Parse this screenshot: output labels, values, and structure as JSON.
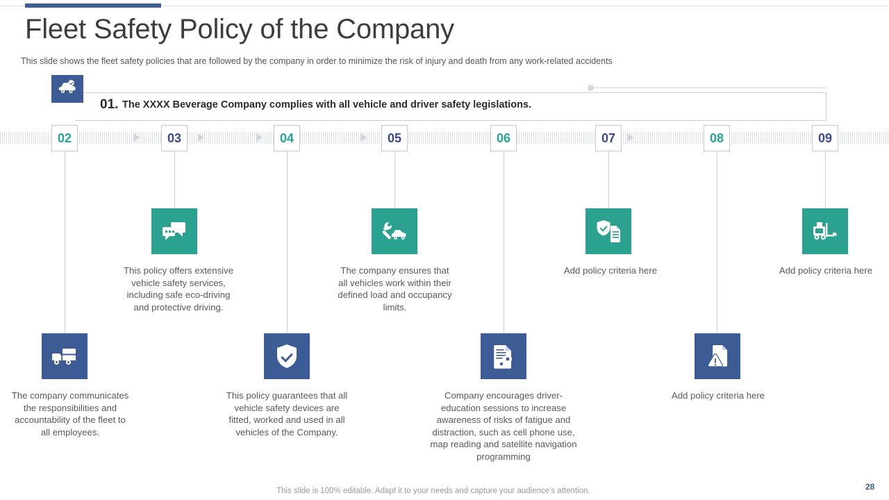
{
  "header": {
    "title": "Fleet Safety Policy of the Company",
    "subtitle": "This slide shows the fleet safety policies that are followed  by the company  in order to minimize the risk of injury and death from  any work-related  accidents",
    "accent_color": "#3c5d96"
  },
  "lead_item": {
    "number": "01.",
    "text": "The XXXX Beverage Company complies with all vehicle and driver safety legislations.",
    "icon": "car-check-icon",
    "tile_color": "#3d5c96"
  },
  "colors": {
    "teal": "#2ba28f",
    "navy": "#3d5c96",
    "number_teal": "#26a394",
    "number_navy": "#3a4a8c",
    "caption": "#595959"
  },
  "steps": [
    {
      "number": "02",
      "number_color": "teal",
      "row": "bottom",
      "icon": "delivery-truck-icon",
      "tile_color": "navy",
      "caption": "The company communicates the responsibilities and accountability of the fleet to all employees."
    },
    {
      "number": "03",
      "number_color": "navy",
      "row": "top",
      "icon": "chat-bubbles-icon",
      "tile_color": "teal",
      "caption": "This policy offers extensive vehicle safety services, including safe eco-driving and protective driving."
    },
    {
      "number": "04",
      "number_color": "teal",
      "row": "bottom",
      "icon": "shield-check-icon",
      "tile_color": "navy",
      "caption": "This policy guarantees that all vehicle safety devices are fitted, worked and used in all vehicles of the Company."
    },
    {
      "number": "05",
      "number_color": "navy",
      "row": "top",
      "icon": "wrench-car-icon",
      "tile_color": "teal",
      "caption": "The company ensures that all vehicles work within their defined load and occupancy limits."
    },
    {
      "number": "06",
      "number_color": "teal",
      "row": "bottom",
      "icon": "document-gears-icon",
      "tile_color": "navy",
      "caption": "Company encourages driver-education sessions to increase awareness of risks of fatigue and distraction, such as cell phone use, map reading and satellite navigation programming"
    },
    {
      "number": "07",
      "number_color": "navy",
      "row": "top",
      "icon": "shield-document-icon",
      "tile_color": "teal",
      "caption": "Add policy criteria here"
    },
    {
      "number": "08",
      "number_color": "teal",
      "row": "bottom",
      "icon": "warning-document-icon",
      "tile_color": "navy",
      "caption": "Add policy criteria here"
    },
    {
      "number": "09",
      "number_color": "navy",
      "row": "top",
      "icon": "forklift-icon",
      "tile_color": "teal",
      "caption": "Add policy criteria here"
    }
  ],
  "footer": {
    "note": "This slide is 100% editable. Adapt it to your needs and capture your audience's attention.",
    "page_number": "28"
  }
}
